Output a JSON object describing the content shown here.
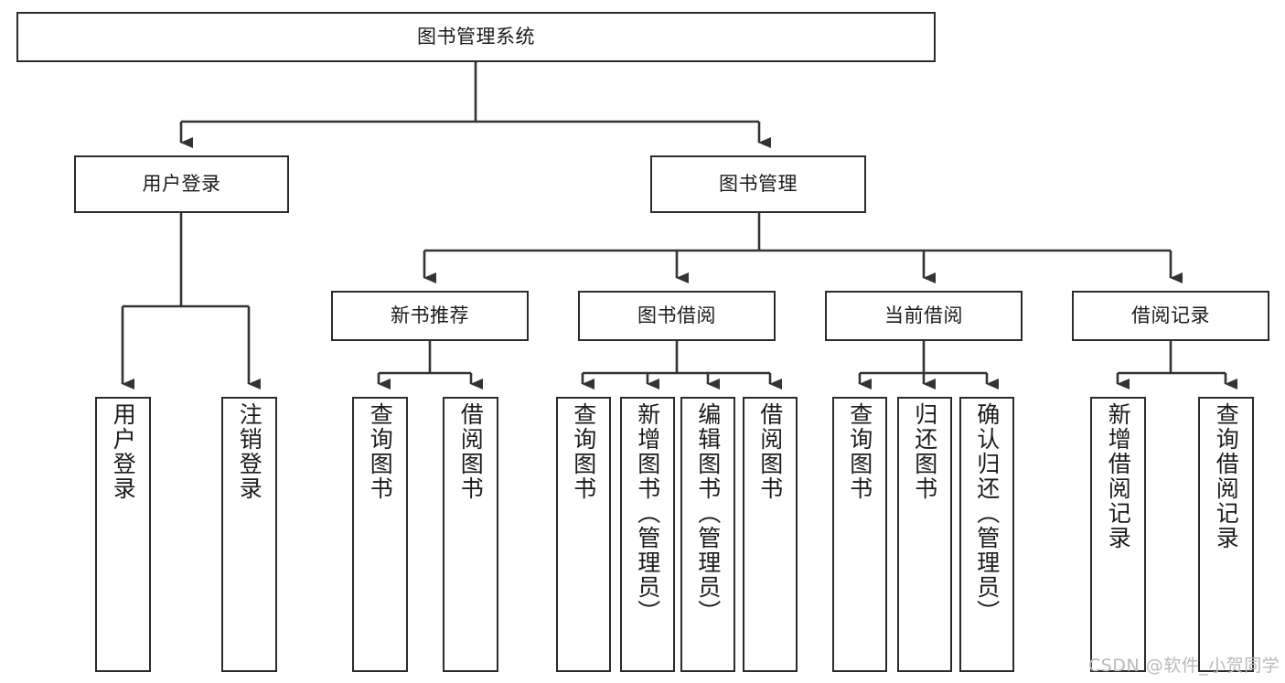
{
  "diagram": {
    "title": "图书管理系统",
    "type": "tree-hierarchy-diagram",
    "root": {
      "label": "图书管理系统"
    },
    "level2": [
      {
        "label": "用户登录"
      },
      {
        "label": "图书管理"
      }
    ],
    "level3": [
      {
        "label": "新书推荐"
      },
      {
        "label": "图书借阅"
      },
      {
        "label": "当前借阅"
      },
      {
        "label": "借阅记录"
      }
    ],
    "leaves": {
      "user_login": [
        {
          "label": "用户登录"
        },
        {
          "label": "注销登录"
        }
      ],
      "new_book_recommend": [
        {
          "label": "查询图书"
        },
        {
          "label": "借阅图书"
        }
      ],
      "book_borrow": [
        {
          "label": "查询图书"
        },
        {
          "label": "新增图书（管理员）"
        },
        {
          "label": "编辑图书（管理员）"
        },
        {
          "label": "借阅图书"
        }
      ],
      "current_borrow": [
        {
          "label": "查询图书"
        },
        {
          "label": "归还图书"
        },
        {
          "label": "确认归还（管理员）"
        }
      ],
      "borrow_record": [
        {
          "label": "新增借阅记录"
        },
        {
          "label": "查询借阅记录"
        }
      ]
    }
  },
  "watermark": {
    "text": "CSDN @软件_小贺同学"
  },
  "colors": {
    "box_border": "#2b2b2b",
    "box_fill": "#ffffff",
    "connector": "#333333",
    "text": "#1b1b1b",
    "watermark": "#b9b9b9",
    "background": "#ffffff"
  }
}
